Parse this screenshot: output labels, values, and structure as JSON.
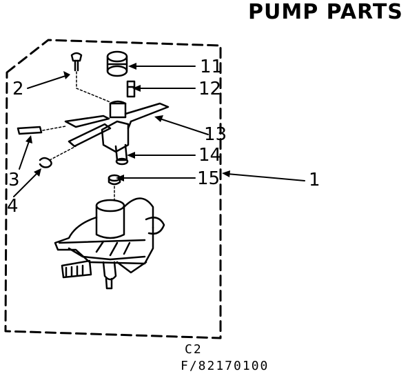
{
  "title": "PUMP PARTS",
  "callouts": {
    "c1": "1",
    "c2": "2",
    "c3": "3",
    "c4": "4",
    "c11": "11",
    "c12": "12",
    "c13": "13",
    "c14": "14",
    "c15": "15"
  },
  "footer": {
    "section": "C2",
    "figure_code": "F/82170100"
  }
}
